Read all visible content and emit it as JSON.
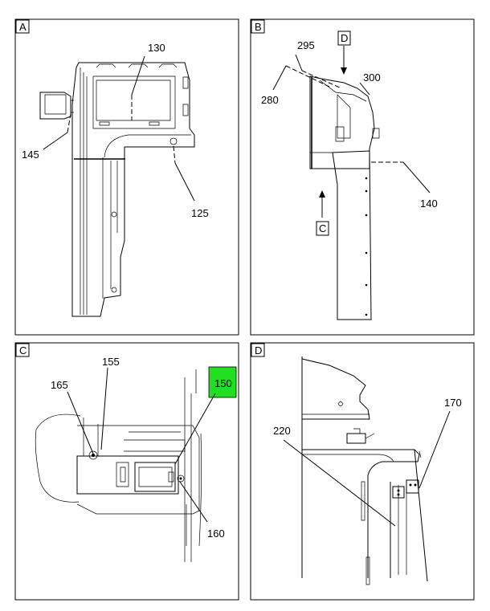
{
  "panels": {
    "a": {
      "letter": "A",
      "labels": {
        "l130": "130",
        "l145": "145",
        "l125": "125"
      }
    },
    "b": {
      "letter": "B",
      "labels": {
        "l295": "295",
        "l280": "280",
        "l300": "300",
        "l140": "140",
        "viewD": "D",
        "viewC": "C"
      }
    },
    "c": {
      "letter": "C",
      "labels": {
        "l155": "155",
        "l165": "165",
        "l150": "150",
        "l160": "160"
      },
      "highlight_color": "#22dd22"
    },
    "d": {
      "letter": "D",
      "labels": {
        "l220": "220",
        "l170": "170"
      }
    }
  }
}
